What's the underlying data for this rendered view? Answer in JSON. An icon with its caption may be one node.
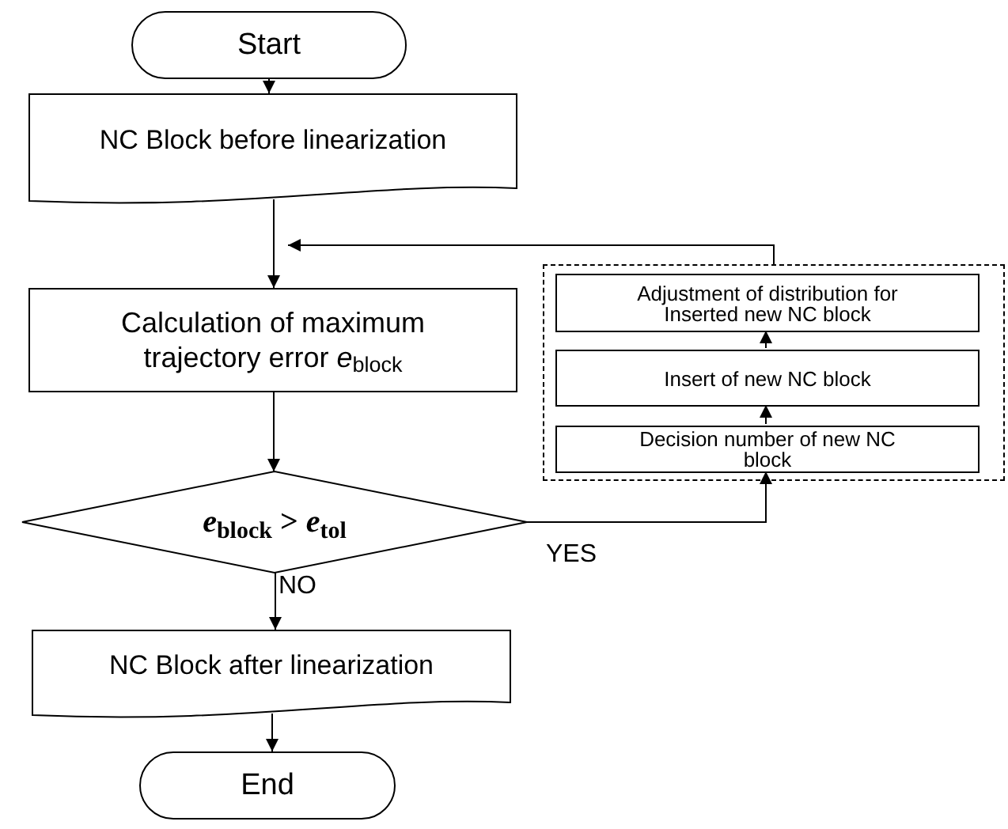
{
  "diagram": {
    "nodes": [
      {
        "text": [
          "Start"
        ]
      },
      {
        "text": [
          "NC Block before linearization"
        ]
      },
      {
        "text": [
          "Calculation of maximum trajectory error *e*$_{block}$"
        ]
      },
      {
        "text": [
          "*e*$_{block}$ > *e*$_{tol}$"
        ]
      },
      {
        "text": [
          "NC Block after linearization"
        ]
      },
      {
        "text": [
          "End"
        ]
      },
      {
        "text": [],
        "shape": "box"
      },
      {
        "text": [
          "Adjustment of distribution for Inserted new NC block"
        ],
        "in": 6
      },
      {
        "text": [
          "Insert of new NC block"
        ],
        "in": 6
      },
      {
        "text": [
          "Decision number of new NC block"
        ],
        "in": 6
      }
    ],
    "edges": [
      {
        "from": 0,
        "to": 1,
        "arrow": "to"
      },
      {
        "from": 1,
        "to": 2,
        "arrow": "to"
      },
      {
        "from": 2,
        "to": 3,
        "arrow": "to"
      },
      {
        "from": 3,
        "to": 4,
        "arrow": "to",
        "label": "NO"
      },
      {
        "from": 4,
        "to": 5,
        "arrow": "to"
      },
      {
        "from": 3,
        "to": 9,
        "arrow": "to",
        "label": "YES"
      },
      {
        "from": 9,
        "to": 8,
        "arrow": "to"
      },
      {
        "from": 8,
        "to": 7,
        "arrow": "to"
      },
      {
        "from": 6,
        "to": 2,
        "arrow": "to"
      }
    ]
  }
}
